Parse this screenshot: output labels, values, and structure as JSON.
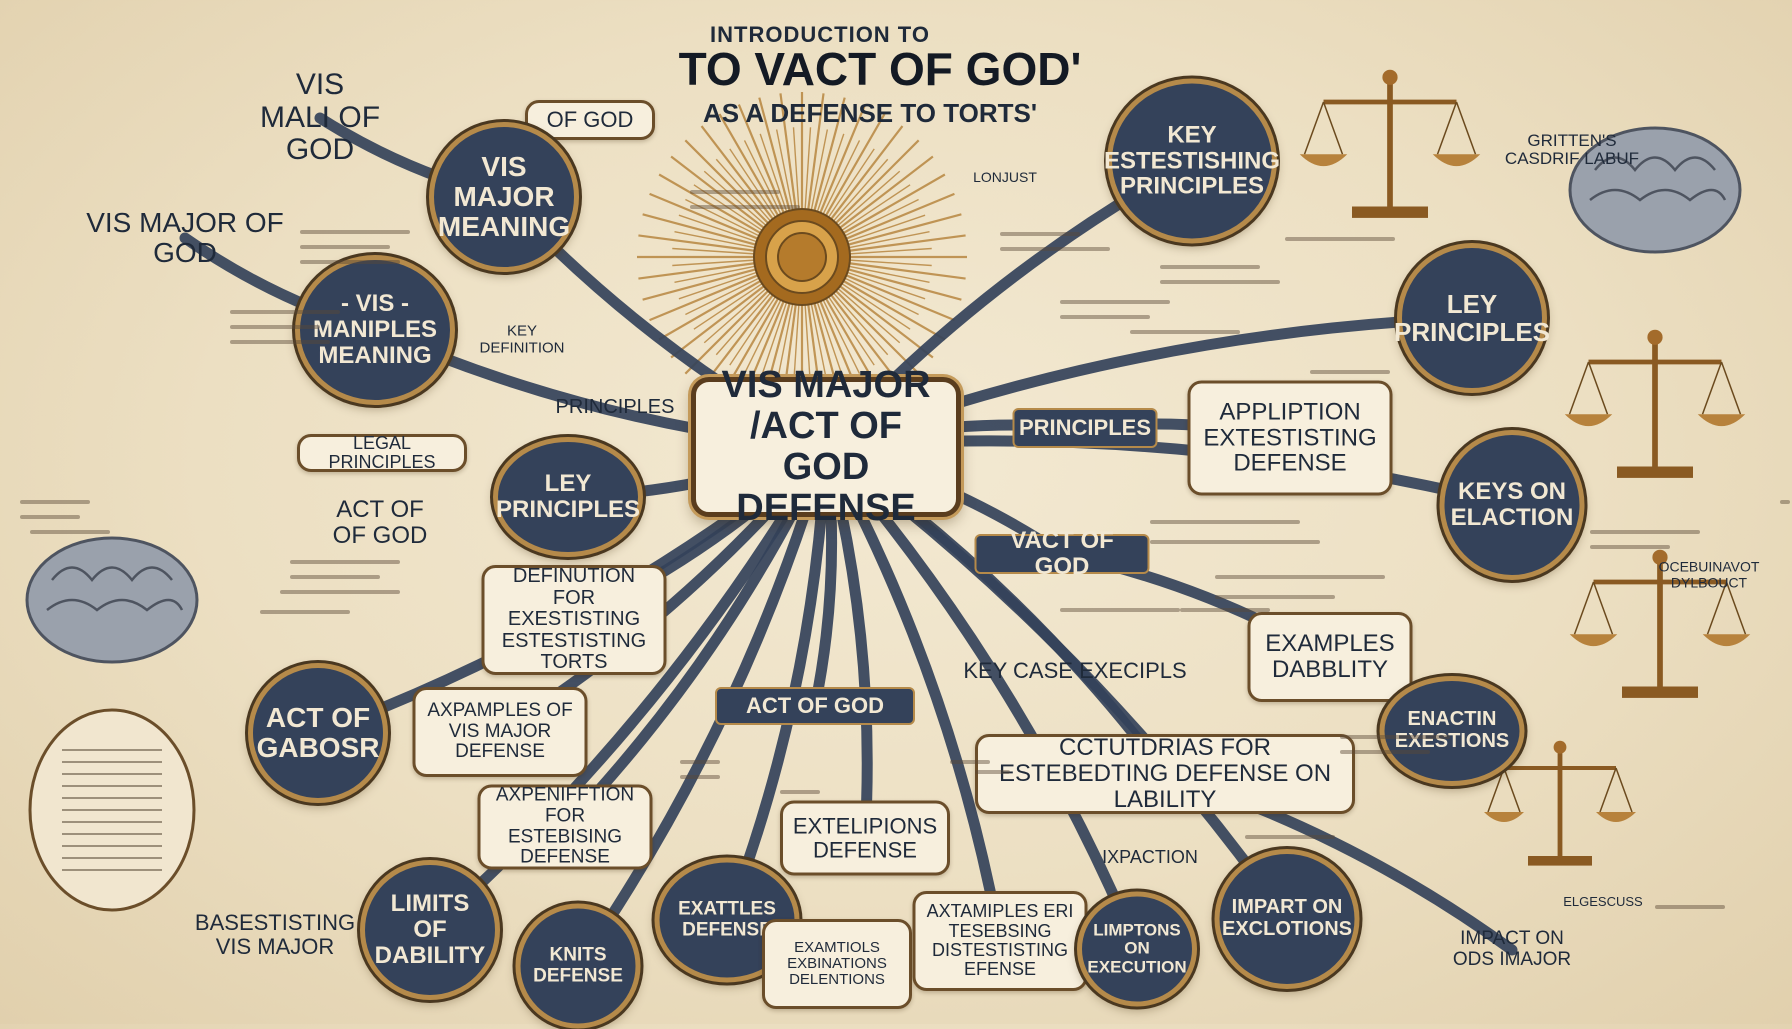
{
  "title": {
    "top": "INTRODUCTION TO",
    "main": "TO VACT OF GOD'",
    "sub": "AS A DEFENSE TO TORTS'"
  },
  "colors": {
    "navy": "#34425a",
    "gold": "#b58a4a",
    "parchment": "#f3e9d2",
    "ink": "#1f2a3a"
  },
  "central": {
    "id": "center",
    "label": "VIS MAJOR /ACT OF GOD DEFENSE"
  },
  "nodes": [
    {
      "id": "vismajorofgod",
      "label": "VIS MAJOR OF GOD",
      "style": "plain"
    },
    {
      "id": "vismaliofgod",
      "label": "VIS MALI OF GOD",
      "style": "plain"
    },
    {
      "id": "ofgod1",
      "label": "OF GOD",
      "style": "box"
    },
    {
      "id": "vismajormeaning",
      "label": "VIS MAJOR MEANING",
      "style": "badge"
    },
    {
      "id": "vismaniples",
      "label": "- VIS - MANIPLES MEANING",
      "style": "badge"
    },
    {
      "id": "keydefinition",
      "label": "KEY DEFINITION",
      "style": "plain"
    },
    {
      "id": "defprinciples",
      "label": "PRINCIPLES",
      "style": "plain"
    },
    {
      "id": "legalprinciples",
      "label": "LEGAL PRINCIPLES",
      "style": "box"
    },
    {
      "id": "leyprinciples1",
      "label": "LEY PRINCIPLES",
      "style": "badge"
    },
    {
      "id": "actofgod1",
      "label": "ACT OF OF GOD",
      "style": "plain"
    },
    {
      "id": "definition",
      "label": "DEFINUTION FOR EXESTISTING ESTESTISTING TORTS",
      "style": "box"
    },
    {
      "id": "actofgabosr",
      "label": "ACT OF GABOSR",
      "style": "badge"
    },
    {
      "id": "axamplesvis",
      "label": "AXPAMPLES OF VIS MAJOR DEFENSE",
      "style": "box"
    },
    {
      "id": "actofgod2",
      "label": "ACT OF GOD",
      "style": "tag"
    },
    {
      "id": "axpenifftion",
      "label": "AXPENIFFTION FOR ESTEBISING DEFENSE",
      "style": "box"
    },
    {
      "id": "extelipions",
      "label": "EXTELIPIONS DEFENSE",
      "style": "box"
    },
    {
      "id": "limitsdability",
      "label": "LIMITS OF DABILITY",
      "style": "badge"
    },
    {
      "id": "knitsdefense",
      "label": "KNITS DEFENSE",
      "style": "badge"
    },
    {
      "id": "exattles",
      "label": "EXATTLES DEFENSE",
      "style": "badge"
    },
    {
      "id": "examtiols",
      "label": "EXAMTIOLS EXBINATIONS DELENTIONS",
      "style": "box"
    },
    {
      "id": "axtamiples",
      "label": "AXTAMIPLES ERI TESEBSING DISTESTISTING EFENSE",
      "style": "box"
    },
    {
      "id": "limptons",
      "label": "LIMPTONS ON EXECUTION",
      "style": "badge"
    },
    {
      "id": "impartexcl",
      "label": "IMPART ON EXCLOTIONS",
      "style": "badge"
    },
    {
      "id": "basestisting",
      "label": "BASESTISTING VIS MAJOR",
      "style": "plain"
    },
    {
      "id": "ectutdrias",
      "label": "CCTUTDRIAS FOR ESTEBEDTING DEFENSE ON LABILITY",
      "style": "box"
    },
    {
      "id": "expaction",
      "label": "IXPACTION",
      "style": "plain"
    },
    {
      "id": "impactvismajor",
      "label": "IMPACT ON ODS IMAJOR",
      "style": "plain"
    },
    {
      "id": "keycase",
      "label": "KEY CASE EXECIPLS",
      "style": "plain"
    },
    {
      "id": "examplesdab",
      "label": "EXAMPLES DABBLITY",
      "style": "box"
    },
    {
      "id": "enactin",
      "label": "ENACTIN EXESTIONS",
      "style": "badge"
    },
    {
      "id": "vactofgod",
      "label": "VACT OF GOD",
      "style": "tag"
    },
    {
      "id": "principles2",
      "label": "PRINCIPLES",
      "style": "tag"
    },
    {
      "id": "appliption",
      "label": "APPLIPTION EXTESTISTING DEFENSE",
      "style": "box"
    },
    {
      "id": "keysonelaction",
      "label": "KEYS ON ELACTION",
      "style": "badge"
    },
    {
      "id": "leyprinciples2",
      "label": "LEY PRINCIPLES",
      "style": "badge"
    },
    {
      "id": "keyestesting",
      "label": "KEY ESTESTISHING PRINCIPLES",
      "style": "badge"
    },
    {
      "id": "gritten",
      "label": "GRITTEN'S CASDRIF LABUF",
      "style": "plain"
    },
    {
      "id": "ocebuinavot",
      "label": "OCEBUINAVOT DYLBOUCT",
      "style": "plain"
    },
    {
      "id": "elgescuss",
      "label": "ELGESCUSS",
      "style": "plain"
    },
    {
      "id": "lonjust",
      "label": "LONJUST",
      "style": "plain"
    }
  ]
}
